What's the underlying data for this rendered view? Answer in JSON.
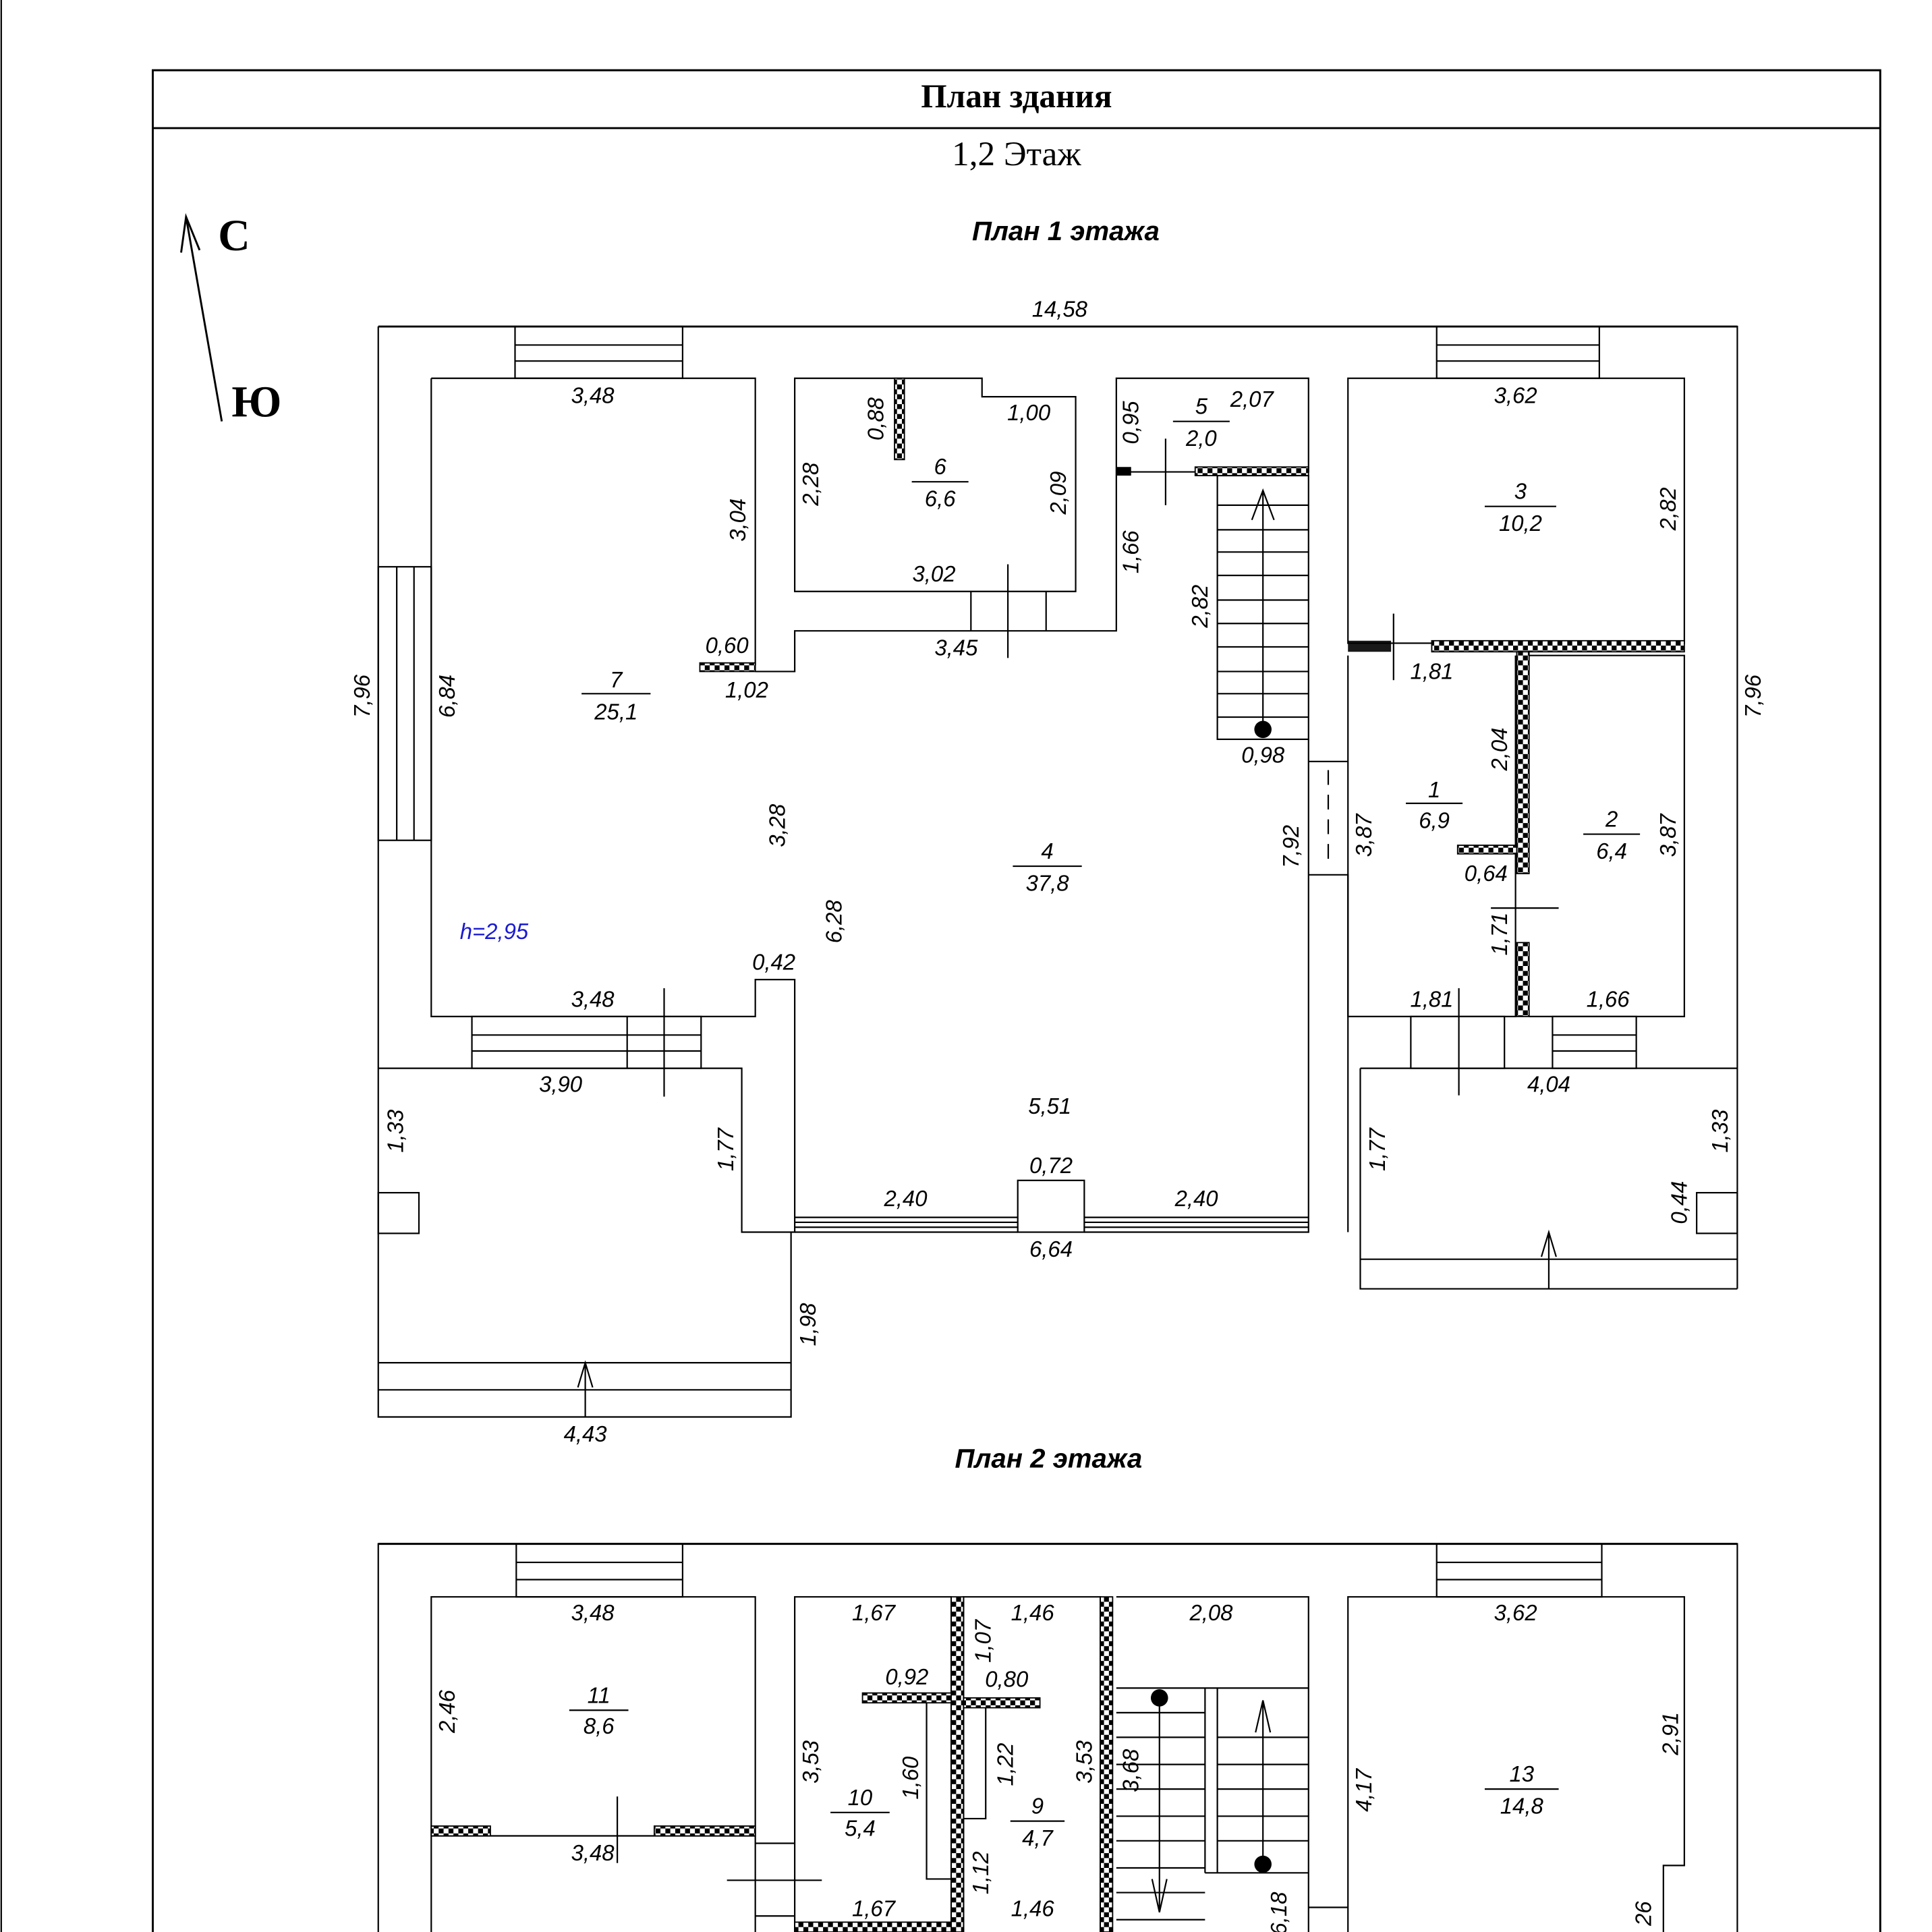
{
  "header": {
    "title": "План здания",
    "subtitle": "1,2 Этаж"
  },
  "compass": {
    "north": "С",
    "south": "Ю"
  },
  "plan1": {
    "title": "План 1 этажа",
    "height_note": "h=2,95",
    "height_note_color": "#1a1ad0",
    "rooms": [
      {
        "num": "7",
        "area": "25,1"
      },
      {
        "num": "6",
        "area": "6,6"
      },
      {
        "num": "5",
        "area": "2,0"
      },
      {
        "num": "3",
        "area": "10,2"
      },
      {
        "num": "1",
        "area": "6,9"
      },
      {
        "num": "2",
        "area": "6,4"
      },
      {
        "num": "4",
        "area": "37,8"
      }
    ],
    "dims_h": [
      "14,58",
      "3,48",
      "1,00",
      "2,07",
      "3,62",
      "3,02",
      "3,45",
      "0,60",
      "1,02",
      "1,81",
      "0,98",
      "0,64",
      "0,42",
      "3,48",
      "1,81",
      "1,66",
      "3,90",
      "4,04",
      "5,51",
      "0,72",
      "2,40",
      "2,40",
      "6,64",
      "4,43"
    ],
    "dims_v": [
      "0,88",
      "0,95",
      "2,28",
      "2,09",
      "3,04",
      "2,82",
      "1,66",
      "2,82",
      "7,96",
      "6,84",
      "7,96",
      "2,04",
      "3,28",
      "7,92",
      "3,87",
      "3,87",
      "6,28",
      "1,71",
      "1,33",
      "1,77",
      "1,77",
      "1,33",
      "0,44",
      "1,98"
    ]
  },
  "plan2": {
    "title": "План 2 этажа",
    "rooms": [
      {
        "num": "11",
        "area": "8,6"
      },
      {
        "num": "10",
        "area": "5,4"
      },
      {
        "num": "9",
        "area": "4,7"
      },
      {
        "num": "13",
        "area": "14,8"
      }
    ],
    "dims_h": [
      "3,48",
      "1,67",
      "1,46",
      "2,08",
      "3,62",
      "0,92",
      "0,80",
      "3,48",
      "1,67",
      "1,46"
    ],
    "dims_v": [
      "2,46",
      "1,07",
      "3,53",
      "1,60",
      "1,22",
      "3,53",
      "3,68",
      "4,17",
      "2,91",
      "1,12",
      "6,18",
      "26"
    ]
  }
}
